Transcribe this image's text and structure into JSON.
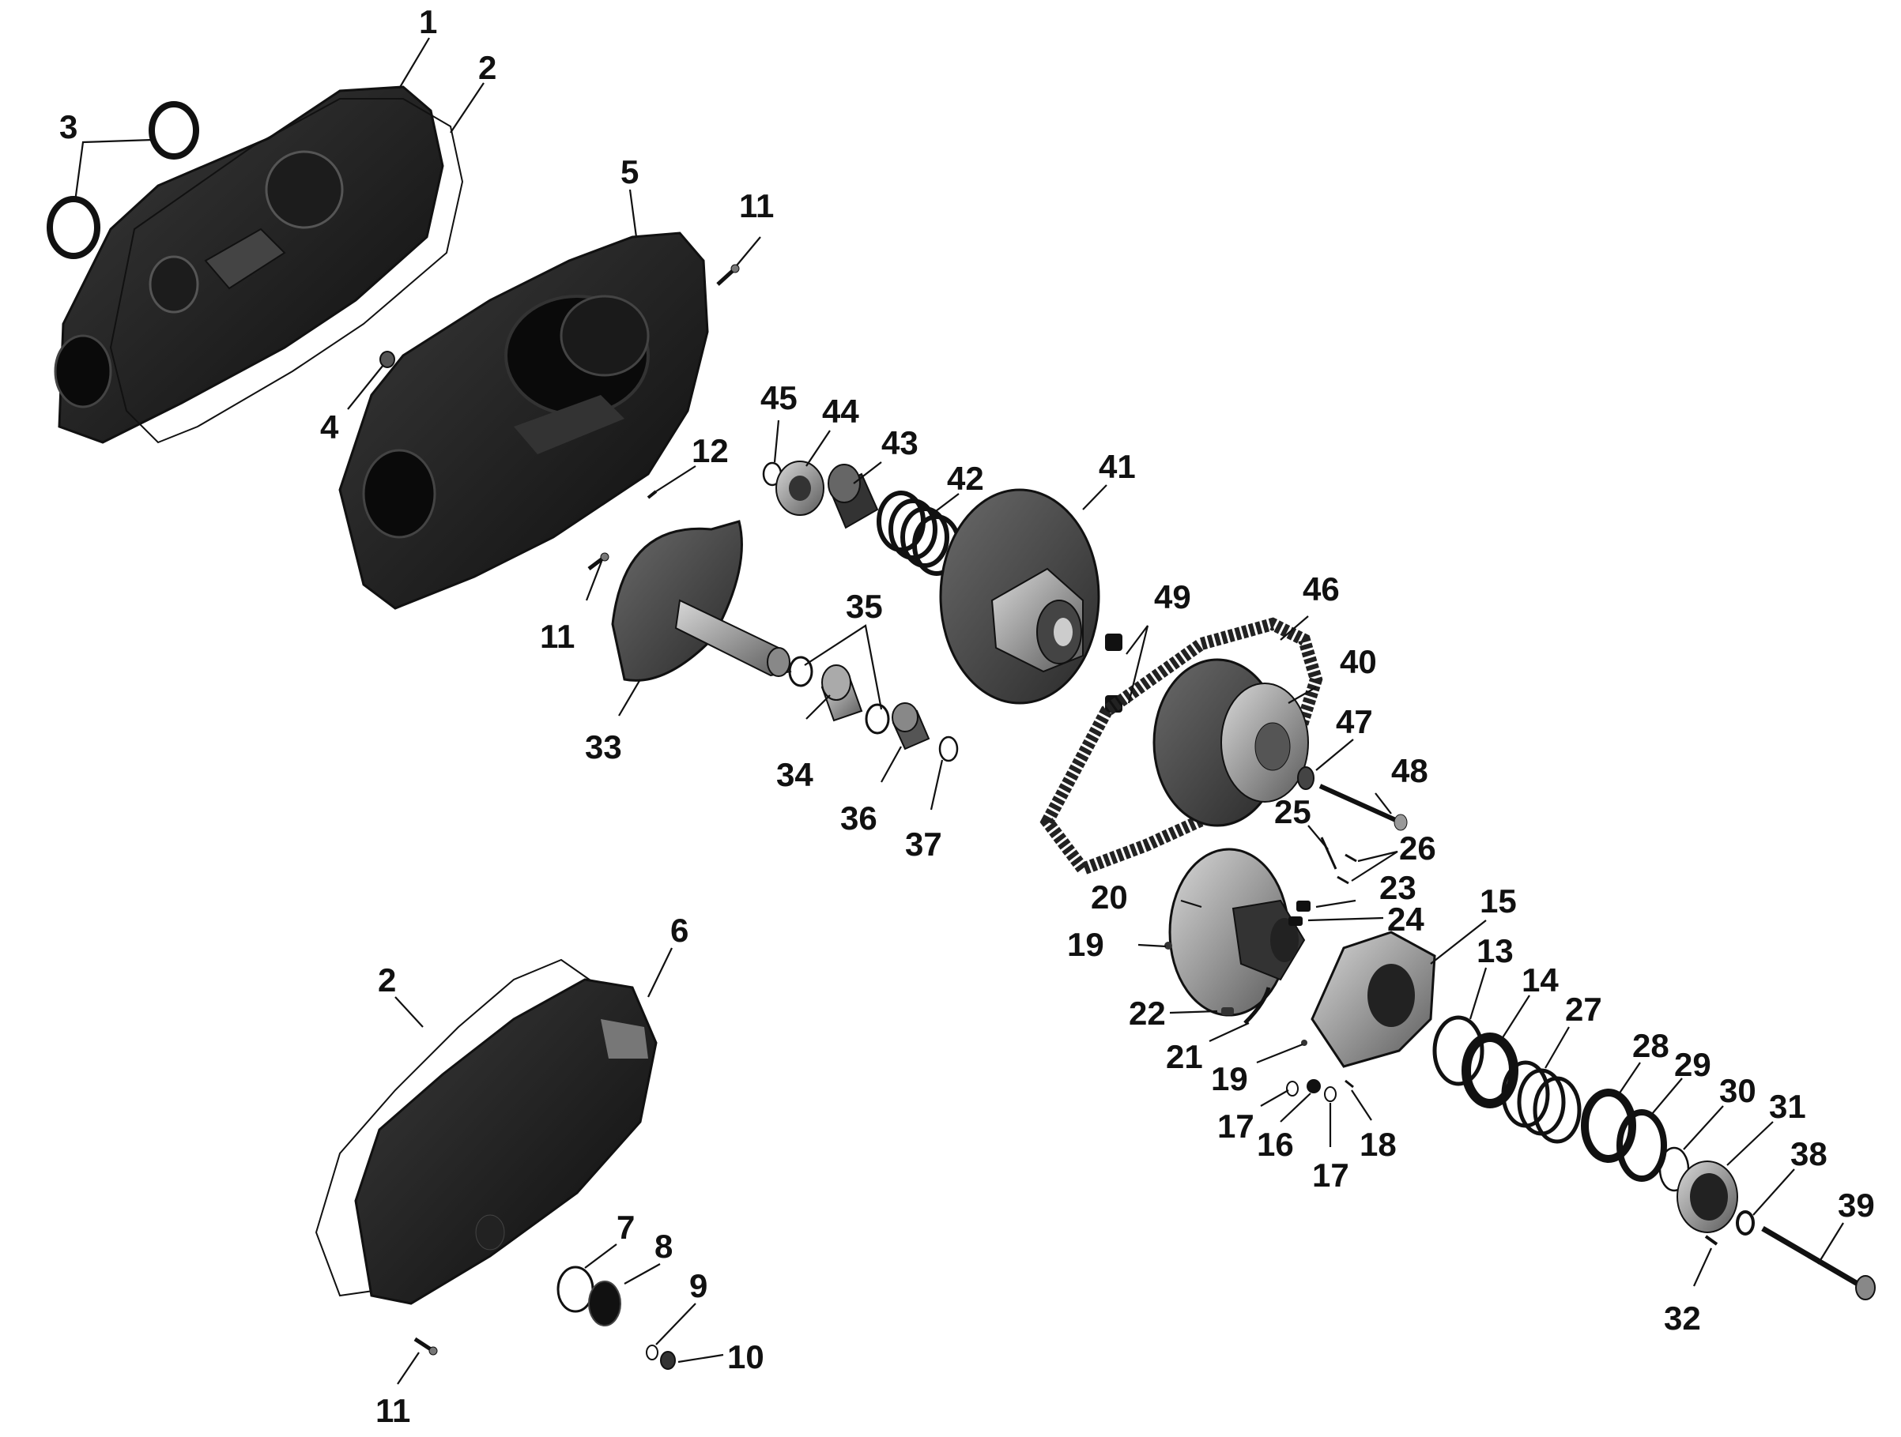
{
  "labels": {
    "p1": "1",
    "p2a": "2",
    "p2b": "2",
    "p3": "3",
    "p4": "4",
    "p5": "5",
    "p6": "6",
    "p7": "7",
    "p8": "8",
    "p9": "9",
    "p10": "10",
    "p11a": "11",
    "p11b": "11",
    "p11c": "11",
    "p12": "12",
    "p13": "13",
    "p14": "14",
    "p15": "15",
    "p16": "16",
    "p17a": "17",
    "p17b": "17",
    "p18": "18",
    "p19a": "19",
    "p19b": "19",
    "p20": "20",
    "p21": "21",
    "p22": "22",
    "p23": "23",
    "p24": "24",
    "p25": "25",
    "p26": "26",
    "p27": "27",
    "p28": "28",
    "p29": "29",
    "p30": "30",
    "p31": "31",
    "p32": "32",
    "p33": "33",
    "p34": "34",
    "p35": "35",
    "p36": "36",
    "p37": "37",
    "p38": "38",
    "p39": "39",
    "p40": "40",
    "p41": "41",
    "p42": "42",
    "p43": "43",
    "p44": "44",
    "p45": "45",
    "p46": "46",
    "p47": "47",
    "p48": "48",
    "p49": "49"
  }
}
